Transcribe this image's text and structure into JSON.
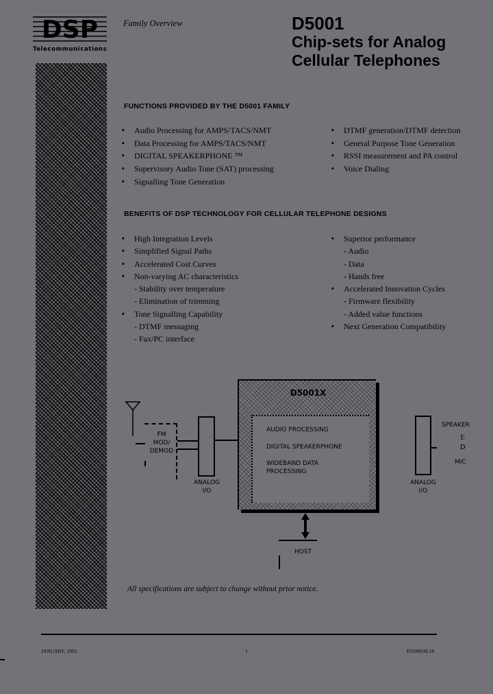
{
  "header": {
    "logo_text": "DSP",
    "logo_subtitle": "Telecommunications",
    "section_label": "Family Overview",
    "title_line1": "D5001",
    "title_line2": "Chip-sets for Analog",
    "title_line3": "Cellular Telephones"
  },
  "functions": {
    "heading": "FUNCTIONS PROVIDED BY THE D5001 FAMILY",
    "left": [
      "Audio Processing for AMPS/TACS/NMT",
      "Data Processing for AMPS/TACS/NMT",
      "DIGITAL SPEAKERPHONE ™",
      "Supervisory Audio Tone (SAT) processing",
      "Signalling Tone Generation"
    ],
    "right": [
      "DTMF generation/DTMF detection",
      "General Purpose Tone Generation",
      "RSSI measurement and PA control",
      "Voice Dialing"
    ]
  },
  "benefits": {
    "heading": "BENEFITS OF DSP TECHNOLOGY FOR CELLULAR TELEPHONE DESIGNS",
    "left": [
      {
        "type": "bullet",
        "text": "High Integration Levels"
      },
      {
        "type": "bullet",
        "text": "Simplified Signal Paths"
      },
      {
        "type": "bullet",
        "text": "Accelerated Cost Curves"
      },
      {
        "type": "bullet",
        "text": "Non-varying AC characteristics"
      },
      {
        "type": "sub",
        "text": "- Stability over temperature"
      },
      {
        "type": "sub",
        "text": "- Elimination of trimming"
      },
      {
        "type": "bullet",
        "text": "Tone Signalling Capability"
      },
      {
        "type": "sub",
        "text": "- DTMF messaging"
      },
      {
        "type": "sub",
        "text": "- Fax/PC interface"
      }
    ],
    "right": [
      {
        "type": "bullet",
        "text": "Superior performance"
      },
      {
        "type": "sub",
        "text": "- Audio"
      },
      {
        "type": "sub",
        "text": "- Data"
      },
      {
        "type": "sub",
        "text": "- Hands free"
      },
      {
        "type": "bullet",
        "text": "Accelerated Innovation Cycles"
      },
      {
        "type": "sub",
        "text": "- Firmware flexibility"
      },
      {
        "type": "sub",
        "text": "- Added value functions"
      },
      {
        "type": "bullet",
        "text": "Next Generation Compatibility"
      }
    ]
  },
  "diagram": {
    "fm_line1": "FM",
    "fm_line2": "MOD/",
    "fm_line3": "DEMOD",
    "analog_left_line1": "ANALOG",
    "analog_left_line2": "I/O",
    "chip_title": "D5001X",
    "chip_block1": "AUDIO PROCESSING",
    "chip_block2": "DIGITAL SPEAKERPHONE",
    "chip_block3_line1": "WIDEBAND DATA",
    "chip_block3_line2": "PROCESSING",
    "analog_right_line1": "ANALOG",
    "analog_right_line2": "I/O",
    "speaker": "SPEAKER",
    "mic": "MIC",
    "host": "HOST"
  },
  "notice": "All specifications are subject to change without prior notice.",
  "footer": {
    "date": "JANUARY, 1993",
    "page": "1",
    "doc_id": "FO50010L10"
  }
}
